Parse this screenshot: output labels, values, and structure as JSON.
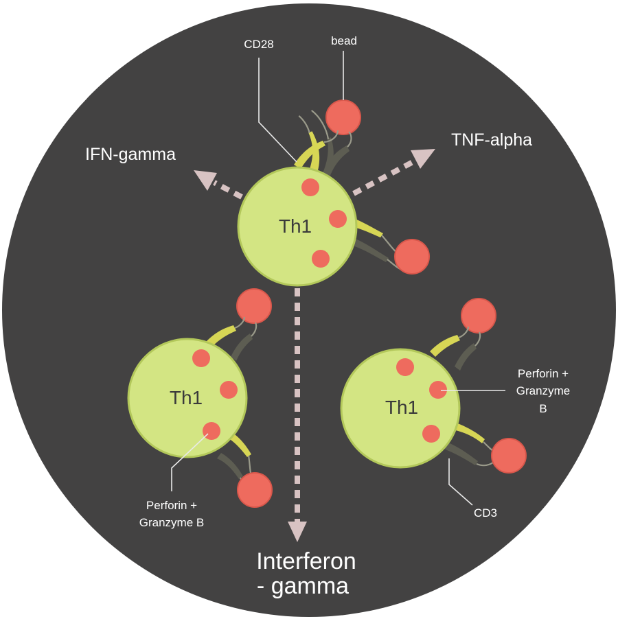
{
  "labels": {
    "cd28": "CD28",
    "bead": "bead",
    "ifn_gamma": "IFN-gamma",
    "tnf_alpha": "TNF-alpha",
    "cell_top": "Th1",
    "cell_left": "Th1",
    "cell_right": "Th1",
    "perforin_left_line1": "Perforin +",
    "perforin_left_line2": "Granzyme B",
    "perforin_right_line1": "Perforin +",
    "perforin_right_line2": "Granzyme",
    "perforin_right_line3": "B",
    "cd3": "CD3",
    "interferon_line1": "Interferon",
    "interferon_line2": "- gamma"
  },
  "colors": {
    "background_circle": "#434242",
    "cell_fill": "#d3e583",
    "granule": "#ee6b5e",
    "arrow": "#d8c3c3",
    "text": "#ffffff"
  }
}
